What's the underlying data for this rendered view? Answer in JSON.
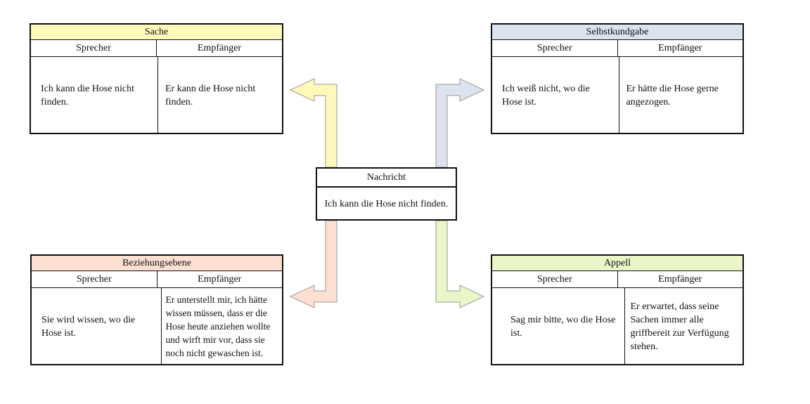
{
  "colors": {
    "sache": "#fffaba",
    "selbstkundgabe": "#dce3ee",
    "beziehungsebene": "#fde0d2",
    "appell": "#eaf6c8"
  },
  "center": {
    "title": "Nachricht",
    "message": "Ich kann die Hose nicht finden."
  },
  "boxes": {
    "sache": {
      "title": "Sache",
      "sprecher_header": "Sprecher",
      "empfaenger_header": "Empfänger",
      "sprecher": "Ich kann die Hose nicht finden.",
      "empfaenger": "Er kann die Hose nicht finden."
    },
    "selbstkundgabe": {
      "title": "Selbstkundgabe",
      "sprecher_header": "Sprecher",
      "empfaenger_header": "Empfänger",
      "sprecher": "Ich weiß nicht, wo die Hose ist.",
      "empfaenger": "Er hätte die Hose gerne angezogen."
    },
    "beziehungsebene": {
      "title": "Beziehungsebene",
      "sprecher_header": "Sprecher",
      "empfaenger_header": "Empfänger",
      "sprecher": "Sie wird wissen, wo die Hose ist.",
      "empfaenger": "Er unterstellt mir, ich hätte wissen müssen, dass er die Hose heute anziehen wollte und wirft mir vor, dass sie noch nicht gewaschen ist."
    },
    "appell": {
      "title": "Appell",
      "sprecher_header": "Sprecher",
      "empfaenger_header": "Empfänger",
      "sprecher": "Sag mir bitte, wo die Hose ist.",
      "empfaenger": "Er erwartet, dass seine Sachen immer alle griffbereit zur Verfügung stehen."
    }
  }
}
